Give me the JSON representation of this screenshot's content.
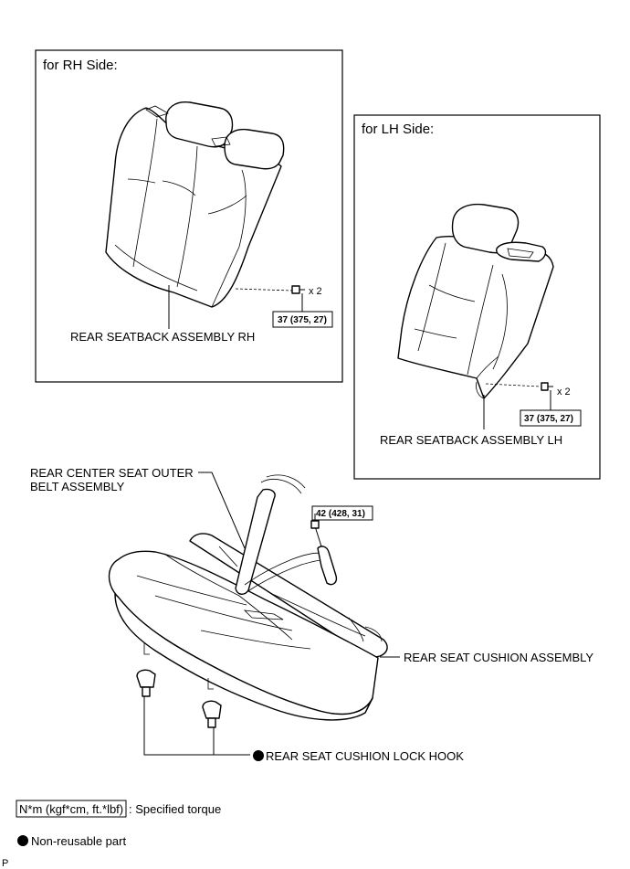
{
  "panels": {
    "rh": {
      "title": "for RH Side:",
      "part_label": "REAR SEATBACK ASSEMBLY RH",
      "qty": "x 2",
      "torque": "37 (375, 27)"
    },
    "lh": {
      "title": "for LH Side:",
      "part_label": "REAR SEATBACK ASSEMBLY LH",
      "qty": "x 2",
      "torque": "37 (375, 27)"
    }
  },
  "lower": {
    "belt_label_line1": "REAR CENTER SEAT OUTER",
    "belt_label_line2": "BELT ASSEMBLY",
    "bolt_torque": "42 (428, 31)",
    "cushion_label": "REAR SEAT CUSHION ASSEMBLY",
    "hook_label": "REAR SEAT CUSHION LOCK HOOK"
  },
  "legend": {
    "torque_units": "N*m (kgf*cm, ft.*lbf)",
    "torque_text": ": Specified torque",
    "nonreusable_text": "Non-reusable part"
  },
  "footer_code": "P"
}
